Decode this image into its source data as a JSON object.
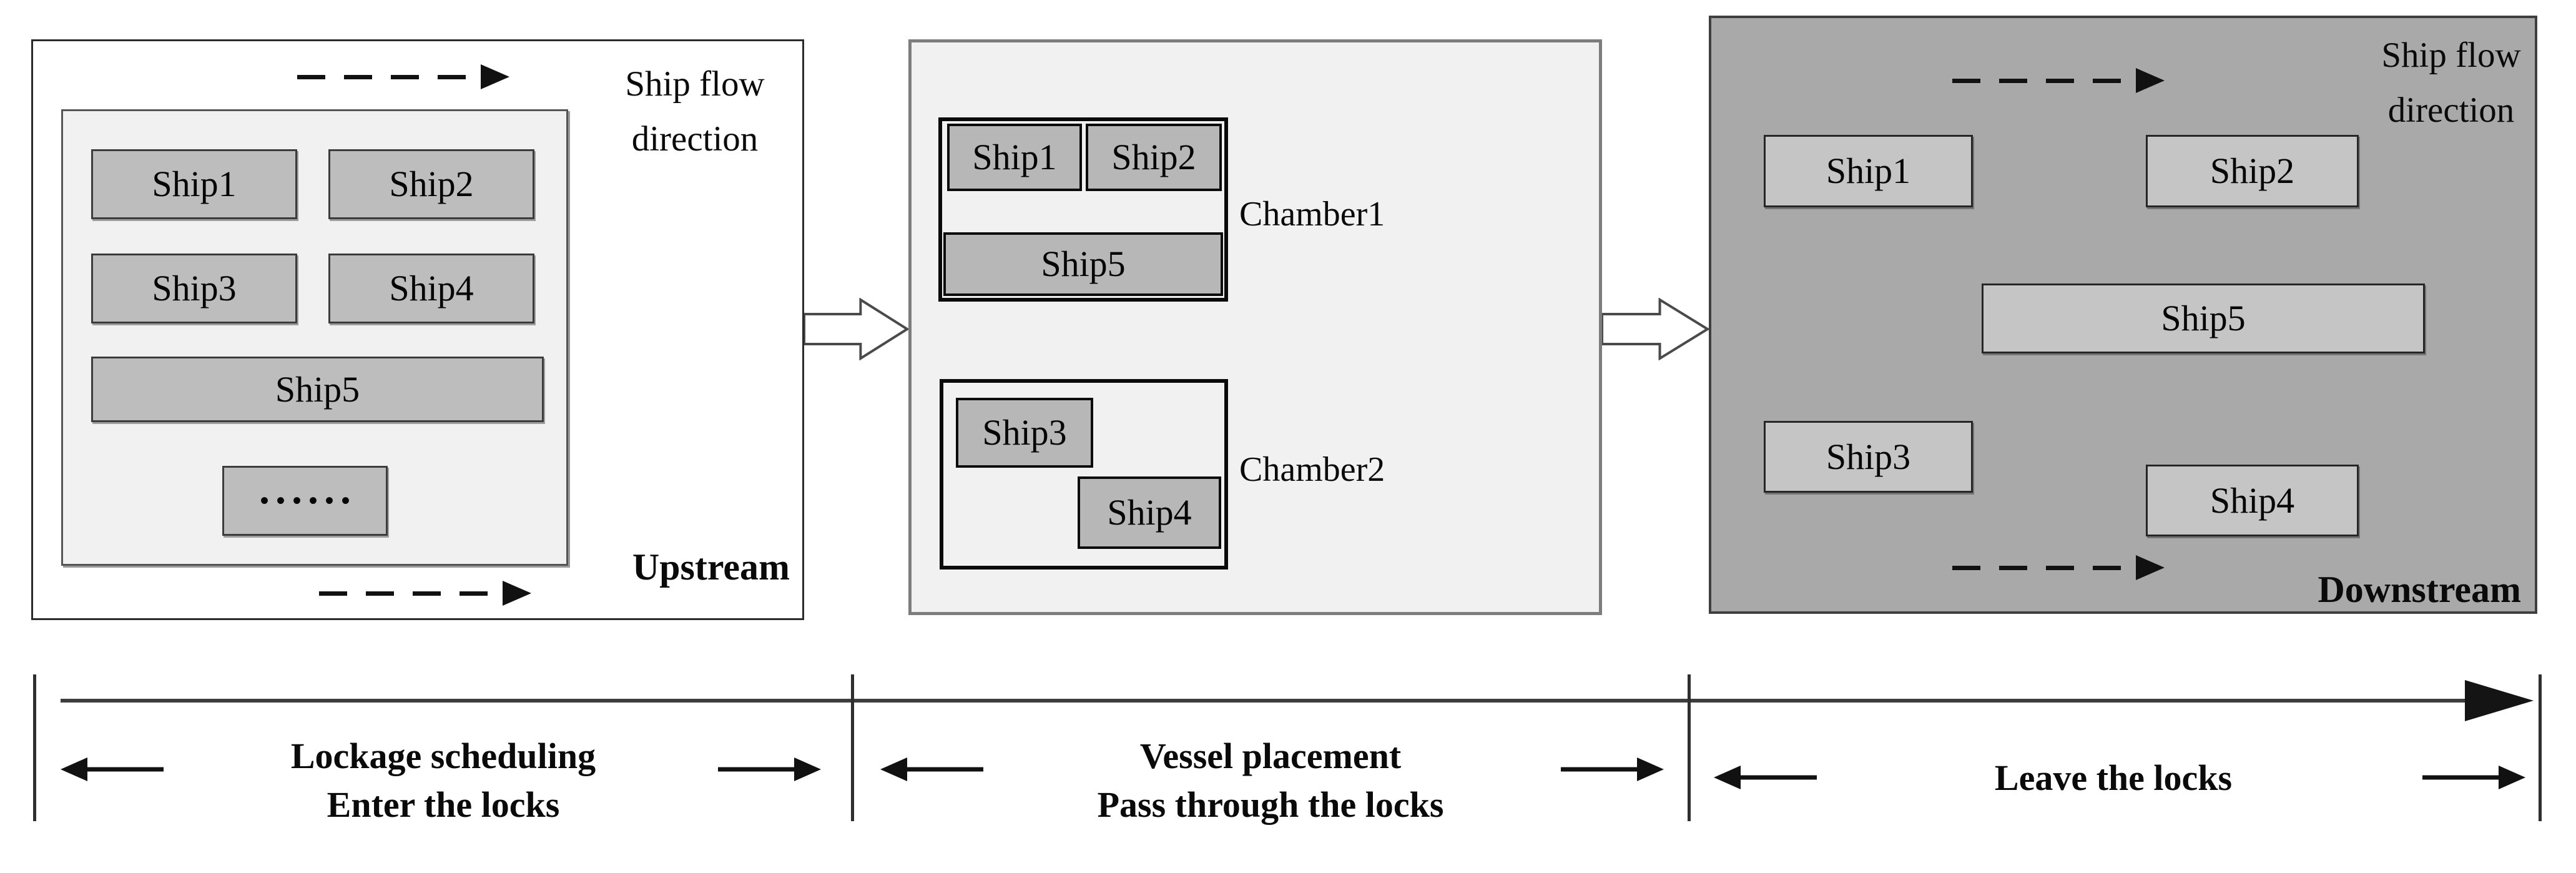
{
  "figure": {
    "type": "ship-lockage-process-diagram",
    "colors": {
      "upstream_panel_bg": "#ffffff",
      "lock_panel_bg": "#f1f1f1",
      "downstream_panel_bg": "#a9a9a9",
      "ship_fill_light": "#bdbdbd",
      "ship_fill_chamber": "#b7b7b7",
      "ship_fill_downstream": "#c5c5c5",
      "line_color": "#141414"
    }
  },
  "upstream": {
    "flow_line1": "Ship flow",
    "flow_line2": "direction",
    "ship1": "Ship1",
    "ship2": "Ship2",
    "ship3": "Ship3",
    "ship4": "Ship4",
    "ship5": "Ship5",
    "more": "••••••",
    "region": "Upstream"
  },
  "lock": {
    "chamber1": {
      "label": "Chamber1",
      "ship1": "Ship1",
      "ship2": "Ship2",
      "ship5": "Ship5"
    },
    "chamber2": {
      "label": "Chamber2",
      "ship3": "Ship3",
      "ship4": "Ship4"
    }
  },
  "downstream": {
    "flow_line1": "Ship flow",
    "flow_line2": "direction",
    "ship1": "Ship1",
    "ship2": "Ship2",
    "ship3": "Ship3",
    "ship4": "Ship4",
    "ship5": "Ship5",
    "region": "Downstream"
  },
  "timeline": {
    "seg1": {
      "line1": "Lockage scheduling",
      "line2": "Enter the locks"
    },
    "seg2": {
      "line1": "Vessel placement",
      "line2": "Pass through the locks"
    },
    "seg3": {
      "line1": "Leave the locks"
    }
  }
}
